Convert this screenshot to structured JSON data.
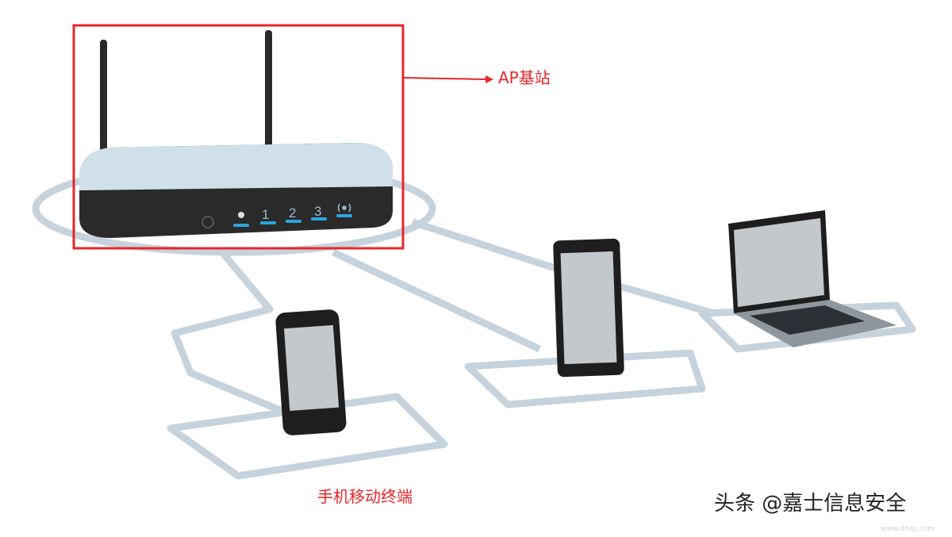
{
  "labels": {
    "ap": "AP基站",
    "terminal": "手机移动终端"
  },
  "router": {
    "ports": [
      "1",
      "2",
      "3"
    ]
  },
  "watermark": {
    "text": "头条 @嘉士信息安全",
    "site": "www.dnzp.com"
  },
  "colors": {
    "highlight": "#e8262a",
    "path": "#c7d3dc",
    "led": "#2aa6e0"
  }
}
